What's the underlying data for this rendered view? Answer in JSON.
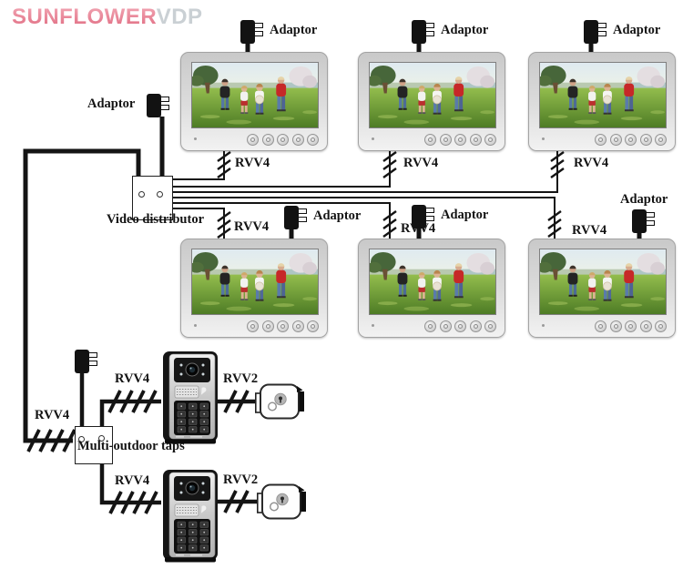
{
  "logo": {
    "brand": "SUNFLOWER",
    "suffix": "VDP"
  },
  "labels": {
    "adaptor": "Adaptor",
    "rvv4": "RVV4",
    "rvv2": "RVV2",
    "video_distributor": "Video distributor",
    "multi_outdoor_taps": "Multi-outdoor taps"
  },
  "colors": {
    "brand_pink": "#e87f92",
    "brand_gray": "#cad0d4",
    "wire_black": "#141414",
    "monitor_silver": "#d9d9d9",
    "photo_grass_green": "#6a9c34",
    "photo_shirt_red": "#c62828"
  },
  "diagram": {
    "monitor_count": 6,
    "adaptor_count": 8,
    "door_station_count": 2,
    "lock_count": 2,
    "rvv4_label_count": 9,
    "rvv2_label_count": 2
  }
}
